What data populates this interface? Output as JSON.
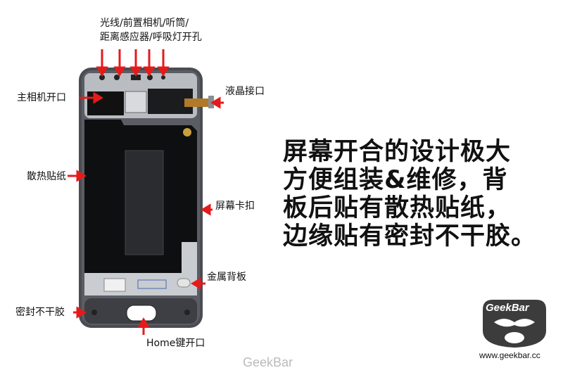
{
  "labels": {
    "top_line1": "光线/前置相机/听筒/",
    "top_line2": "距离感应器/呼吸灯开孔",
    "main_camera": "主相机开口",
    "lcd_connector": "液晶接口",
    "heat_sticker": "散热贴纸",
    "screen_clip": "屏幕卡扣",
    "metal_backplate": "金属背板",
    "sealant": "密封不干胶",
    "home_key": "Home键开口"
  },
  "description": {
    "lines": [
      "屏幕开合的设计极大",
      "方便组装&维修，背",
      "板后贴有散热贴纸，",
      "边缘贴有密封不干胶。"
    ]
  },
  "brand": {
    "logo_text": "GeekBar",
    "website": "www.geekbar.cc",
    "watermark": "GeekBar"
  },
  "colors": {
    "arrow": "#e41b1b",
    "frame": "#4a4c52",
    "panel": "#0e0f11",
    "metal": "#c9ccd0"
  }
}
